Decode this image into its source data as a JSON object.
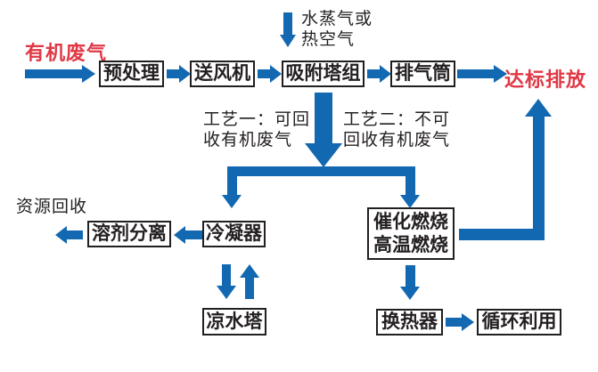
{
  "colors": {
    "arrow_blue": "#1268b1",
    "highlight_red": "#e03845",
    "text_black": "#231f20"
  },
  "labels": {
    "organic_waste_gas": "有机废气",
    "compliant_discharge": "达标排放",
    "steam_or_hot_air": "水蒸气或\n热空气",
    "process_one": "工艺一：可回\n收有机废气",
    "process_two": "工艺二：不可\n回收有机废气",
    "resource_recovery": "资源回收"
  },
  "nodes": {
    "pretreatment": "预处理",
    "blower_fan": "送风机",
    "adsorption_tower_group": "吸附塔组",
    "exhaust_stack": "排气筒",
    "solvent_separation": "溶剂分离",
    "condenser": "冷凝器",
    "cooling_water_tower": "凉水塔",
    "combustion": "催化燃烧\n高温燃烧",
    "heat_exchanger": "换热器",
    "recycle_use": "循环利用"
  }
}
